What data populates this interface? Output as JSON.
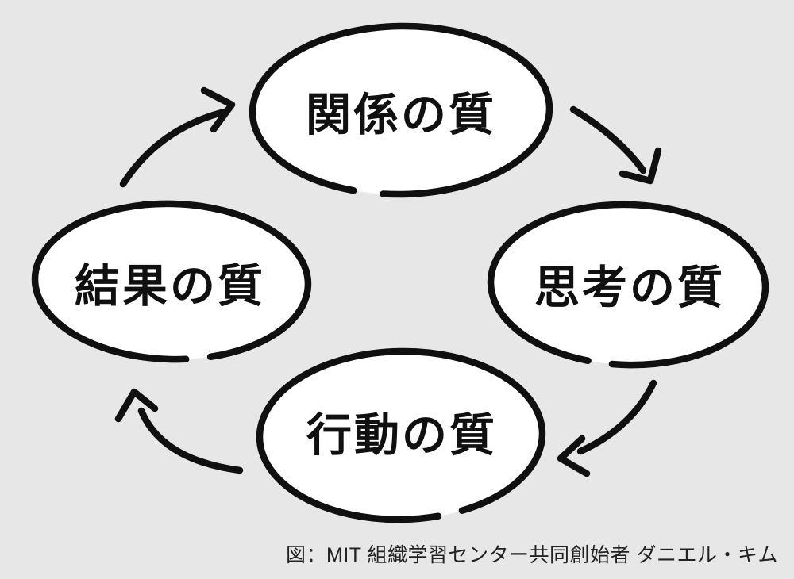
{
  "colors": {
    "background": "#e7e7e7",
    "ink": "#101010",
    "node_fill": "#ffffff",
    "caption_text": "#222222"
  },
  "diagram_type": "cycle",
  "nodes": [
    {
      "key": "relationships",
      "label": "関係の質",
      "position": "top"
    },
    {
      "key": "thinking",
      "label": "思考の質",
      "position": "right"
    },
    {
      "key": "action",
      "label": "行動の質",
      "position": "bottom"
    },
    {
      "key": "results",
      "label": "結果の質",
      "position": "left"
    }
  ],
  "arrows": [
    {
      "from": "結果の質",
      "to": "関係の質"
    },
    {
      "from": "関係の質",
      "to": "思考の質"
    },
    {
      "from": "思考の質",
      "to": "行動の質"
    },
    {
      "from": "行動の質",
      "to": "結果の質"
    }
  ],
  "caption": "図：MIT 組織学習センター共同創始者 ダニエル・キム"
}
